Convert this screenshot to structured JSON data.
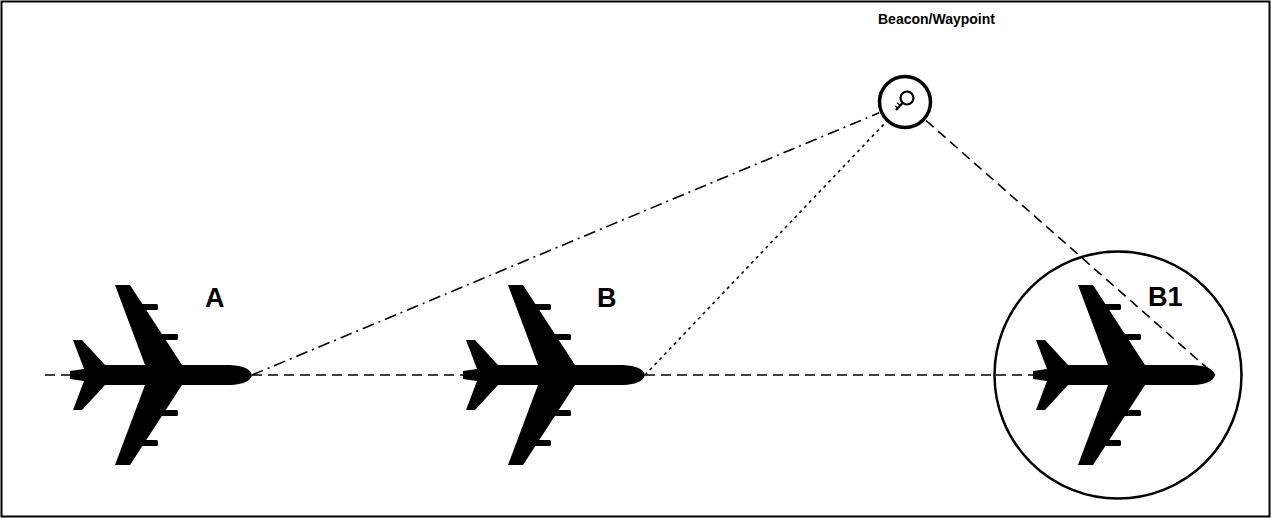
{
  "diagram": {
    "nodes": [
      {
        "text": [
          "Beacon/Waypoint"
        ]
      },
      {
        "text": [
          "A"
        ]
      },
      {
        "text": [
          "B"
        ]
      },
      {
        "text": [
          "B1"
        ]
      }
    ],
    "edges": [
      {
        "from": 1,
        "to": 0,
        "arrow": "none"
      },
      {
        "from": 2,
        "to": 0,
        "arrow": "none"
      },
      {
        "from": 0,
        "to": 3,
        "arrow": "none"
      },
      {
        "from": 1,
        "to": 2,
        "arrow": "none"
      },
      {
        "from": 2,
        "to": 3,
        "arrow": "none"
      }
    ]
  }
}
